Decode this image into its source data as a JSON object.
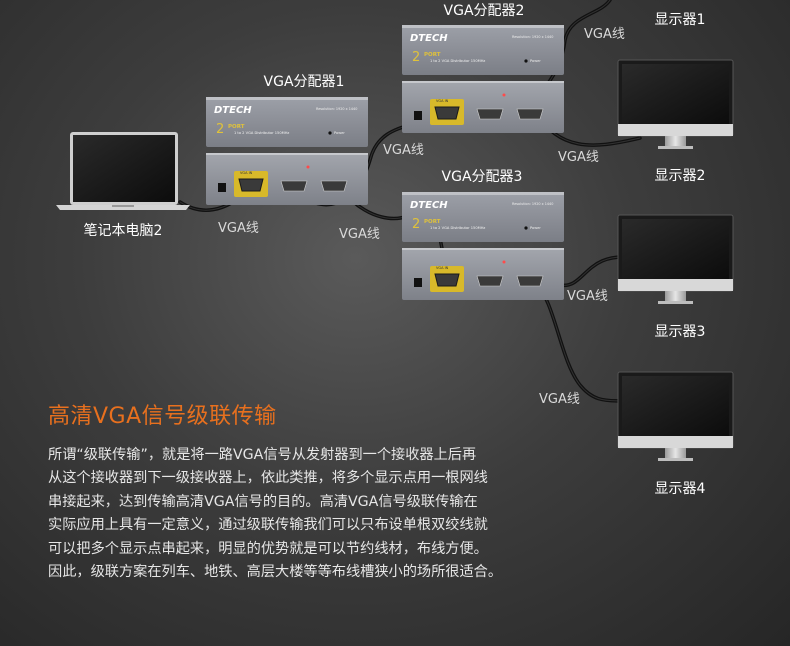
{
  "diagram": {
    "laptop_label": "笔记本电脑2",
    "splitters": [
      {
        "label": "VGA分配器1",
        "brand": "DTECH",
        "port_num": "2",
        "port_text": "PORT",
        "spec": "1 to 2 VGA Distributor  150MHz",
        "res": "Resolution: 1920 x 1440",
        "power": "Power",
        "in": "VGA IN"
      },
      {
        "label": "VGA分配器2",
        "brand": "DTECH",
        "port_num": "2",
        "port_text": "PORT",
        "spec": "1 to 2 VGA Distributor  150MHz",
        "res": "Resolution: 1920 x 1440",
        "power": "Power",
        "in": "VGA IN"
      },
      {
        "label": "VGA分配器3",
        "brand": "DTECH",
        "port_num": "2",
        "port_text": "PORT",
        "spec": "1 to 2 VGA Distributor  150MHz",
        "res": "Resolution: 1920 x 1440",
        "power": "Power",
        "in": "VGA IN"
      }
    ],
    "monitors": [
      {
        "label": "显示器1"
      },
      {
        "label": "显示器2"
      },
      {
        "label": "显示器3"
      },
      {
        "label": "显示器4"
      }
    ],
    "cable_label": "VGA线"
  },
  "article": {
    "title": "高清VGA信号级联传输",
    "lines": [
      "所谓“级联传输”，就是将一路VGA信号从发射器到一个接收器上后再",
      "从这个接收器到下一级接收器上，依此类推，将多个显示点用一根网线",
      "串接起来，达到传输高清VGA信号的目的。高清VGA信号级联传输在",
      "实际应用上具有一定意义，通过级联传输我们可以只布设单根双绞线就",
      "可以把多个显示点串起来，明显的优势就是可以节约线材，布线方便。",
      "因此，级联方案在列车、地铁、高层大楼等等布线槽狭小的场所很适合。"
    ]
  },
  "colors": {
    "accent": "#e8701e",
    "port_yellow": "#d8b92a",
    "splitter_face": "#8a8d95"
  }
}
